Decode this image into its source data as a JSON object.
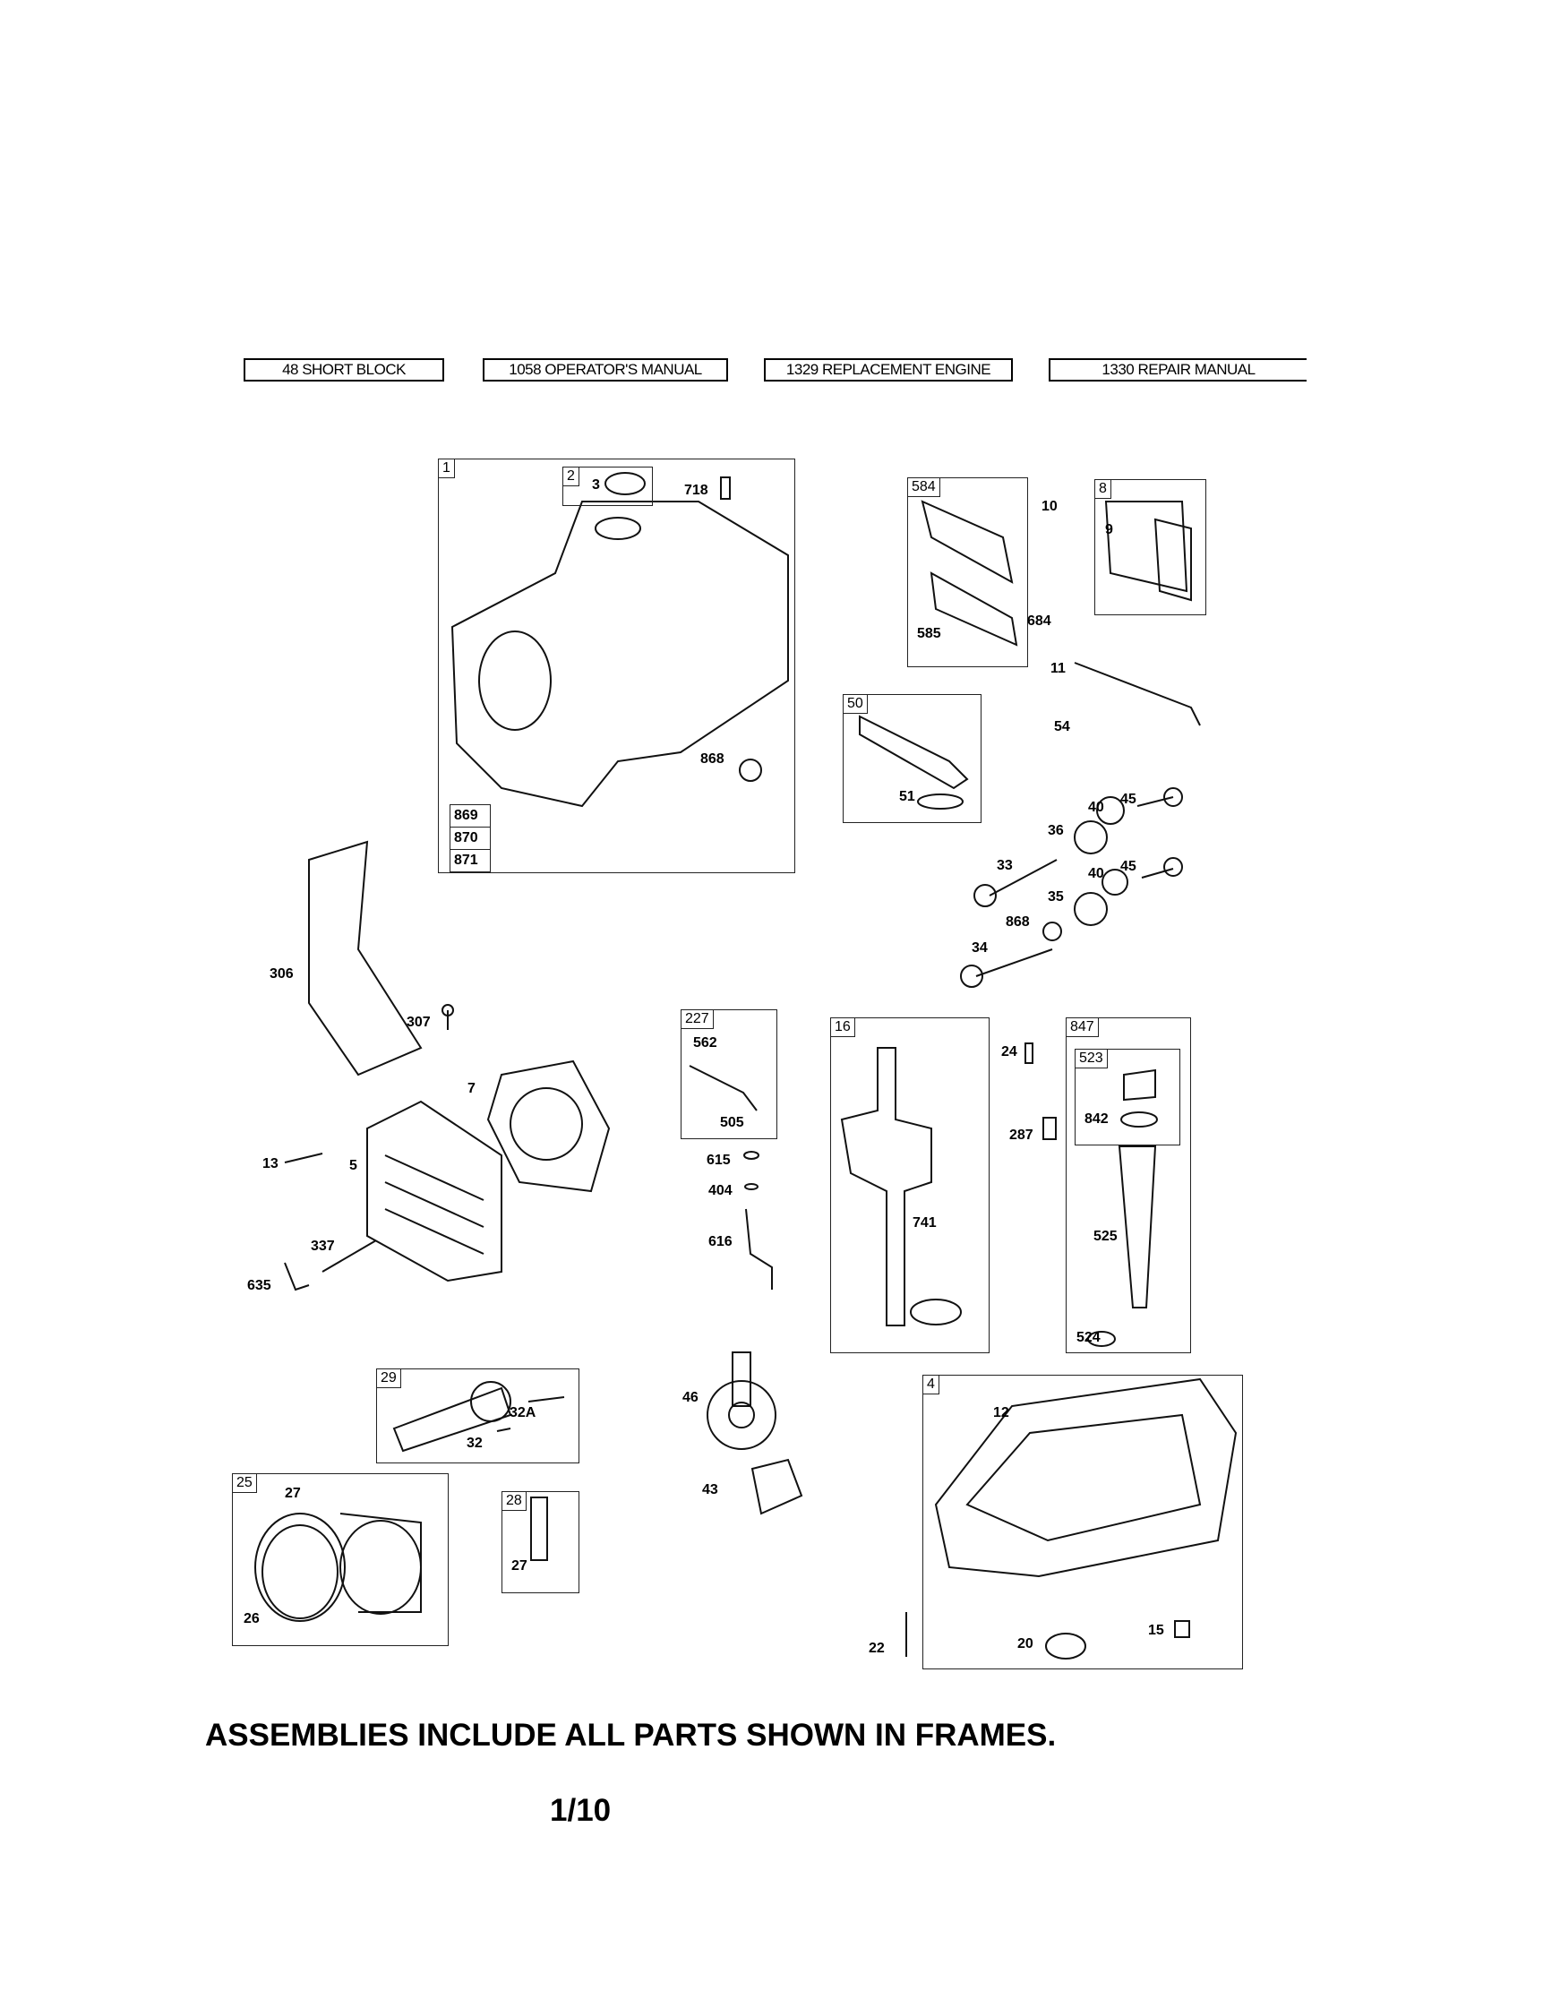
{
  "header_refs": [
    "48 SHORT BLOCK",
    "1058 OPERATOR'S MANUAL",
    "1329 REPLACEMENT ENGINE",
    "1330 REPAIR MANUAL"
  ],
  "frames": {
    "f1": "1",
    "f2": "2",
    "f584": "584",
    "f8": "8",
    "f50": "50",
    "f227": "227",
    "f16": "16",
    "f847": "847",
    "f523": "523",
    "f29": "29",
    "f25": "25",
    "f28": "28",
    "f4": "4"
  },
  "stack": [
    "869",
    "870",
    "871"
  ],
  "labels": {
    "l3": "3",
    "l718": "718",
    "l10": "10",
    "l9": "9",
    "l585": "585",
    "l684": "684",
    "l11": "11",
    "l54": "54",
    "l51": "51",
    "l868a": "868",
    "l40a": "40",
    "l45a": "45",
    "l36": "36",
    "l33": "33",
    "l40b": "40",
    "l45b": "45",
    "l35": "35",
    "l868b": "868",
    "l34": "34",
    "l306": "306",
    "l307": "307",
    "l562": "562",
    "l505": "505",
    "l615": "615",
    "l404": "404",
    "l616": "616",
    "l741": "741",
    "l24": "24",
    "l287": "287",
    "l842": "842",
    "l525": "525",
    "l524": "524",
    "l7": "7",
    "l13": "13",
    "l5": "5",
    "l337": "337",
    "l635": "635",
    "l32A": "32A",
    "l32": "32",
    "l46": "46",
    "l43": "43",
    "l12": "12",
    "l27a": "27",
    "l26": "26",
    "l27b": "27",
    "l22": "22",
    "l20": "20",
    "l15": "15"
  },
  "footer": "ASSEMBLIES INCLUDE ALL PARTS SHOWN IN FRAMES.",
  "page_number": "1/10"
}
